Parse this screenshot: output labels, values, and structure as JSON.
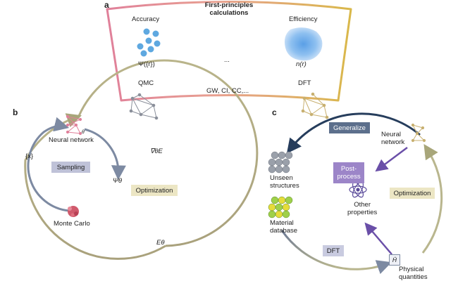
{
  "colors": {
    "pink": "#e0809a",
    "gold": "#d9b84a",
    "olive": "#a8a67a",
    "slate": "#7d8aa2",
    "navy": "#263d5c",
    "purple": "#6a4fa8",
    "sampling_bg": "#bfc2d8",
    "optimization_bg": "#ece6c4",
    "generalize_bg": "#5c6f8c",
    "postprocess_bg": "#9c85c8",
    "dft_bg": "#c9cbe0"
  },
  "panel_a": {
    "label": "a",
    "title_line1": "First-principles",
    "title_line2": "calculations",
    "accuracy": "Accuracy",
    "efficiency": "Efficiency",
    "psi": "Ψ({r})",
    "density": "n(r)",
    "ellipsis": "...",
    "qmc": "QMC",
    "methods": "GW, CI, CC,...",
    "dft": "DFT"
  },
  "panel_b": {
    "label": "b",
    "theta_sub": "θ",
    "neural_network": "Neural network",
    "x_set": "{x}",
    "sampling": "Sampling",
    "psi_theta": "Ψθ",
    "monte_carlo": "Monte Carlo",
    "grad_e": "∇θE",
    "optimization": "Optimization",
    "e_theta": "Eθ"
  },
  "panel_c": {
    "label": "c",
    "generalize": "Generalize",
    "neural_line1": "Neural",
    "neural_line2": "network",
    "unseen_line1": "Unseen",
    "unseen_line2": "structures",
    "post_line1": "Post-",
    "post_line2": "process",
    "other_line1": "Other",
    "other_line2": "properties",
    "optimization": "Optimization",
    "material_line1": "Material",
    "material_line2": "database",
    "dft": "DFT",
    "h_hat": "Ĥ",
    "physical_line1": "Physical",
    "physical_line2": "quantities"
  }
}
